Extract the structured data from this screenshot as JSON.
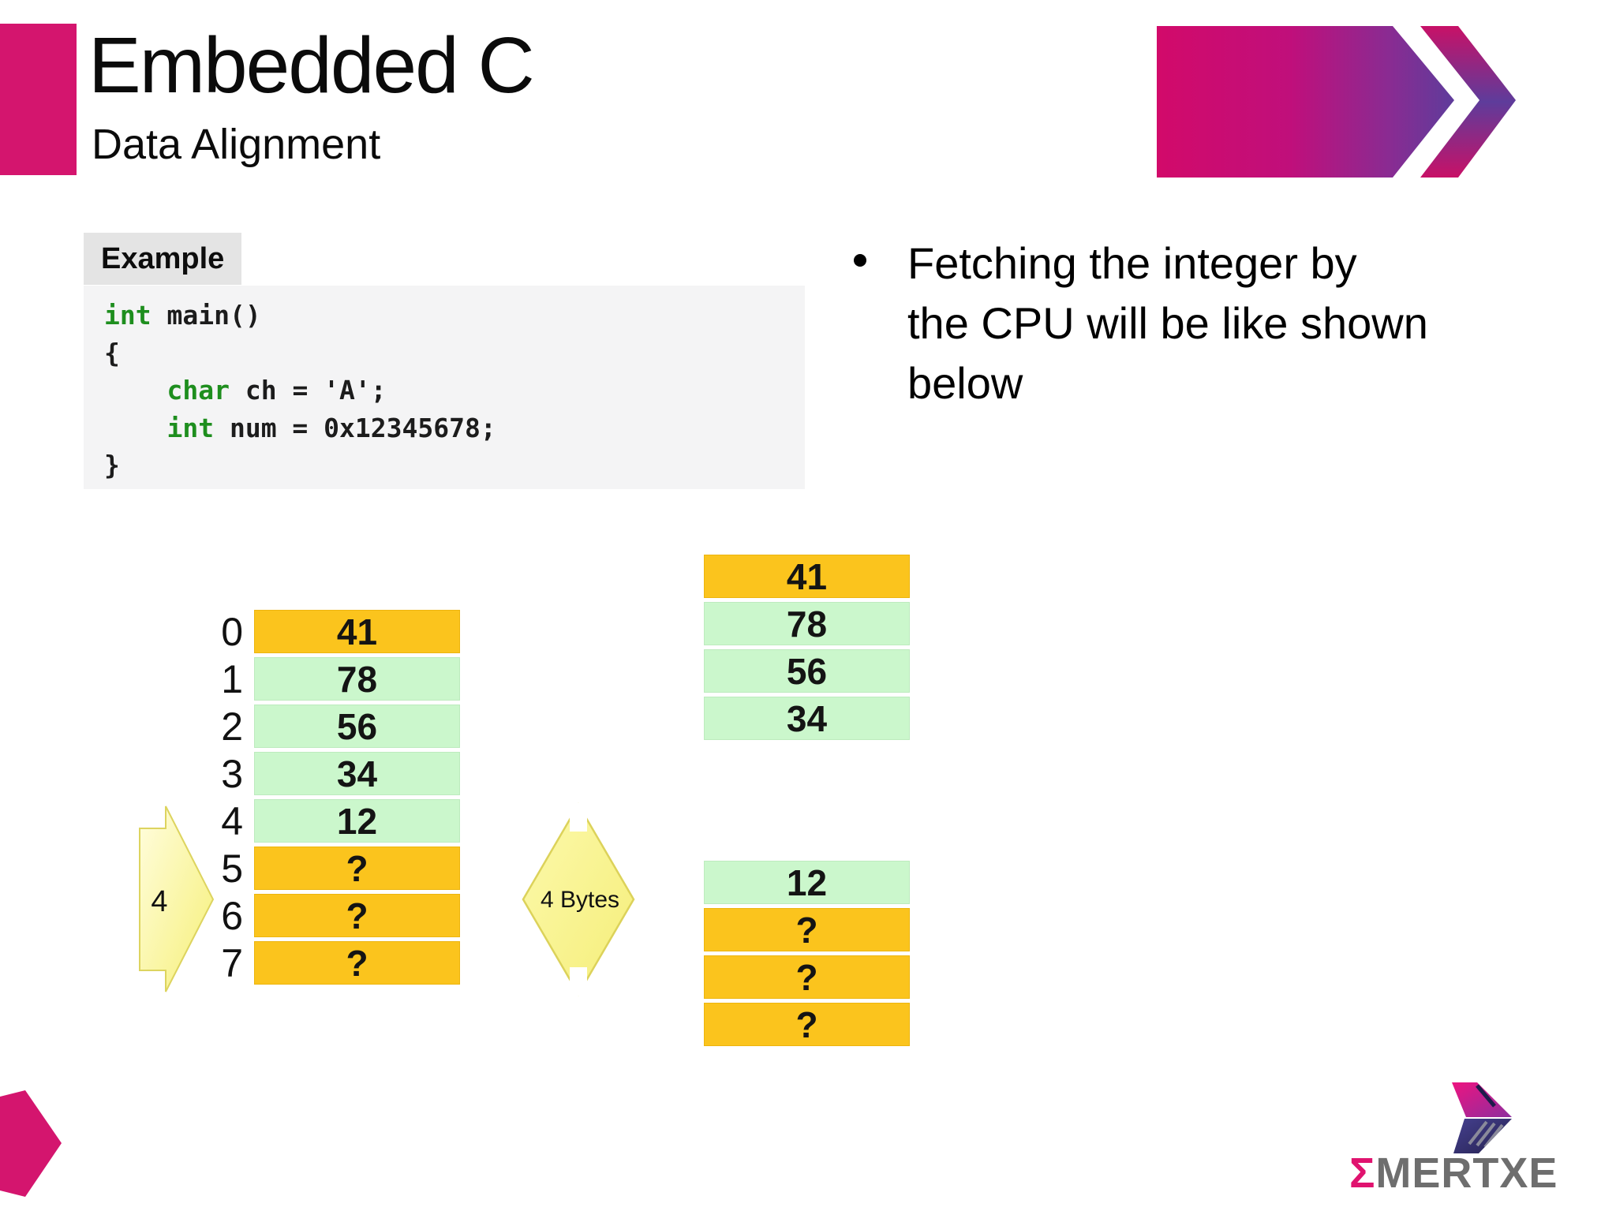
{
  "header": {
    "title": "Embedded C",
    "subtitle": "Data Alignment"
  },
  "example": {
    "label": "Example"
  },
  "code": {
    "lines": [
      {
        "segments": [
          {
            "text": "int",
            "kind": "keyword"
          },
          {
            "text": " main()",
            "kind": "plain"
          }
        ]
      },
      {
        "segments": [
          {
            "text": "{",
            "kind": "plain"
          }
        ]
      },
      {
        "segments": [
          {
            "text": "    ",
            "kind": "plain"
          },
          {
            "text": "char",
            "kind": "keyword"
          },
          {
            "text": " ch = 'A';",
            "kind": "plain"
          }
        ]
      },
      {
        "segments": [
          {
            "text": "    ",
            "kind": "plain"
          },
          {
            "text": "int",
            "kind": "keyword"
          },
          {
            "text": " num = 0x12345678;",
            "kind": "plain"
          }
        ]
      },
      {
        "segments": [
          {
            "text": "}",
            "kind": "plain"
          }
        ]
      }
    ]
  },
  "bullet": {
    "lines": [
      "Fetching the integer by",
      "the CPU will be like shown",
      "below"
    ]
  },
  "memory": {
    "left_table": {
      "rows": [
        {
          "index": "0",
          "value": "41",
          "type": "orange"
        },
        {
          "index": "1",
          "value": "78",
          "type": "green"
        },
        {
          "index": "2",
          "value": "56",
          "type": "green"
        },
        {
          "index": "3",
          "value": "34",
          "type": "green"
        },
        {
          "index": "4",
          "value": "12",
          "type": "green"
        },
        {
          "index": "5",
          "value": "?",
          "type": "orange"
        },
        {
          "index": "6",
          "value": "?",
          "type": "orange"
        },
        {
          "index": "7",
          "value": "?",
          "type": "orange"
        }
      ]
    },
    "offset_arrow_label": "4",
    "fetch_size_label": "4 Bytes",
    "right_top_table": {
      "rows": [
        {
          "value": "41",
          "type": "orange"
        },
        {
          "value": "78",
          "type": "green"
        },
        {
          "value": "56",
          "type": "green"
        },
        {
          "value": "34",
          "type": "green"
        }
      ]
    },
    "right_bottom_table": {
      "rows": [
        {
          "value": "12",
          "type": "green"
        },
        {
          "value": "?",
          "type": "orange"
        },
        {
          "value": "?",
          "type": "orange"
        },
        {
          "value": "?",
          "type": "orange"
        }
      ]
    }
  },
  "logo": {
    "sigma": "Σ",
    "name": "MERTXE"
  },
  "colors": {
    "accent_pink": "#D4156E",
    "header_gradient_start": "#D20A6A",
    "header_gradient_end": "#5E3C9B",
    "cell_orange": "#FBC41D",
    "cell_green": "#CBF7CC",
    "arrow_yellow": "#F8F287",
    "keyword_green": "#1E8E1E",
    "example_bg": "#E4E4E4",
    "code_bg": "#F4F4F5",
    "logo_gray": "#6E6E6E",
    "logo_navy": "#34306E"
  }
}
